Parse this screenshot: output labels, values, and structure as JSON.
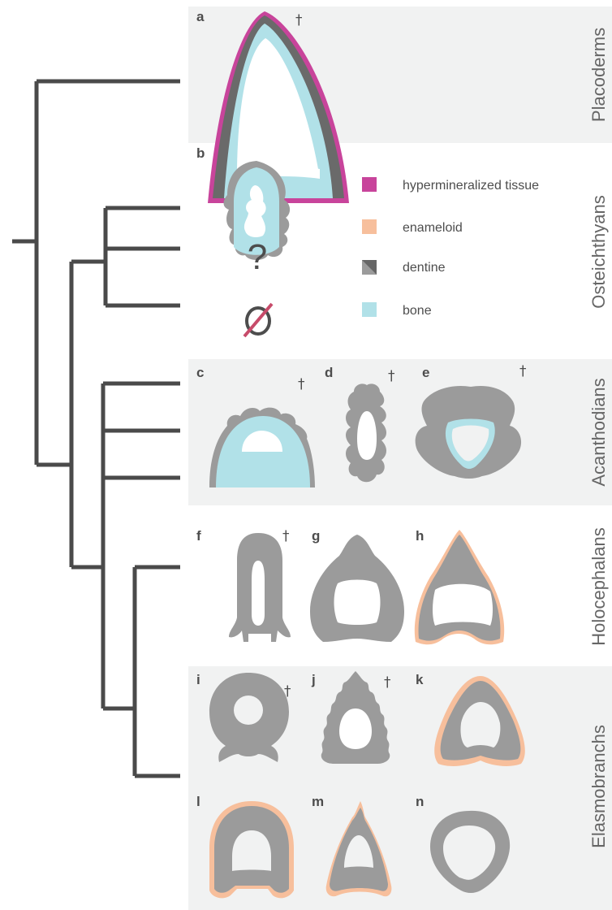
{
  "groups": {
    "placoderms": "Placoderms",
    "osteichthyans": "Osteichthyans",
    "acanthodians": "Acanthodians",
    "holocephalans": "Holocephalans",
    "elasmobranchs": "Elasmobranchs"
  },
  "panels": {
    "a": "a",
    "b": "b",
    "c": "c",
    "d": "d",
    "e": "e",
    "f": "f",
    "g": "g",
    "h": "h",
    "i": "i",
    "j": "j",
    "k": "k",
    "l": "l",
    "m": "m",
    "n": "n"
  },
  "extinct_marker": "†",
  "unknown_marker": "?",
  "absent_marker": "Ø",
  "legend": [
    {
      "label": "hypermineralized tissue",
      "color": "#c8449b"
    },
    {
      "label": "enameloid",
      "color": "#f7bf9c"
    },
    {
      "label": "dentine",
      "color": "#9b9b9b"
    },
    {
      "label": "bone",
      "color": "#b1e1e8"
    }
  ]
}
